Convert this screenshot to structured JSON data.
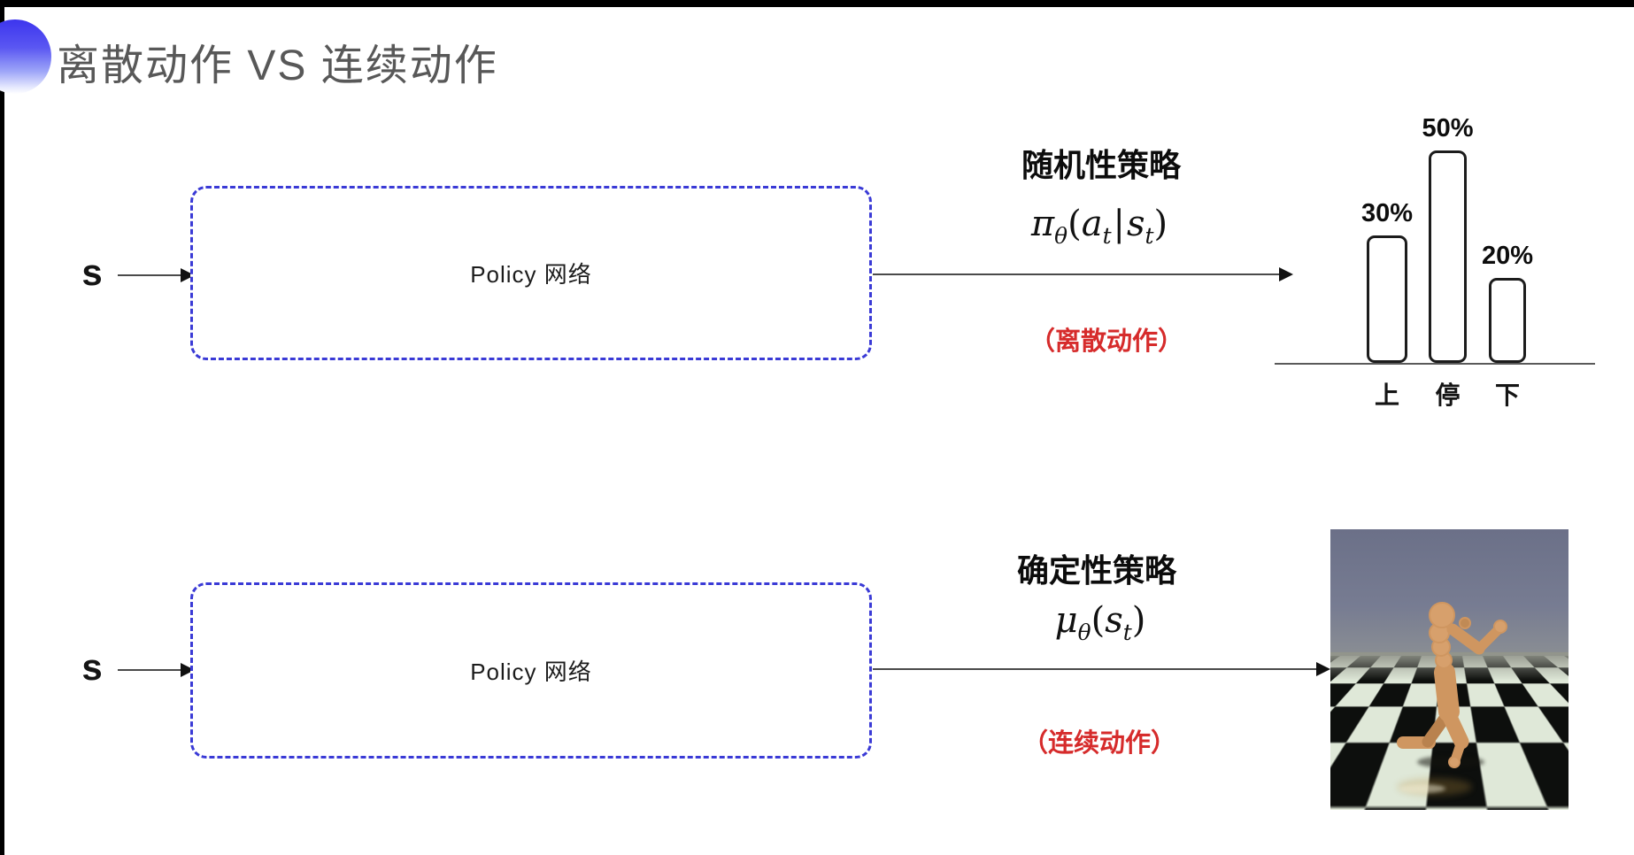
{
  "title": {
    "text": "离散动作 VS 连续动作"
  },
  "colors": {
    "title_gray": "#585858",
    "dashed_box_blue": "#3a3ad6",
    "red_note": "#d62b2b",
    "orb_blue": "#3d35ee",
    "robot_tan": "#d49a66",
    "sky_gray_blue": "#6b7088",
    "floor_light": "#dfe8d8",
    "floor_dark": "#0d0f0d"
  },
  "top_section": {
    "input_label": "s",
    "box_label": "Policy 网络",
    "policy_title": "随机性策略",
    "formula": {
      "tokens": [
        "π",
        "θ",
        "(",
        "a",
        "t",
        "|",
        "s",
        "t",
        ")"
      ]
    },
    "note": "（离散动作）"
  },
  "chart_data": {
    "type": "bar",
    "categories": [
      "上",
      "停",
      "下"
    ],
    "values": [
      30,
      50,
      20
    ],
    "value_labels": [
      "30%",
      "50%",
      "20%"
    ],
    "title": "",
    "xlabel": "",
    "ylabel": "",
    "ylim": [
      0,
      55
    ],
    "grid": false,
    "legend": false,
    "style": "white bars with black rounded outline on a single baseline"
  },
  "bottom_section": {
    "input_label": "s",
    "box_label": "Policy 网络",
    "policy_title": "确定性策略",
    "formula": {
      "tokens": [
        "μ",
        "θ",
        "(",
        "s",
        "t",
        ")"
      ]
    },
    "note": "（连续动作）",
    "illustration": "mujoco-humanoid-on-checkerboard"
  }
}
